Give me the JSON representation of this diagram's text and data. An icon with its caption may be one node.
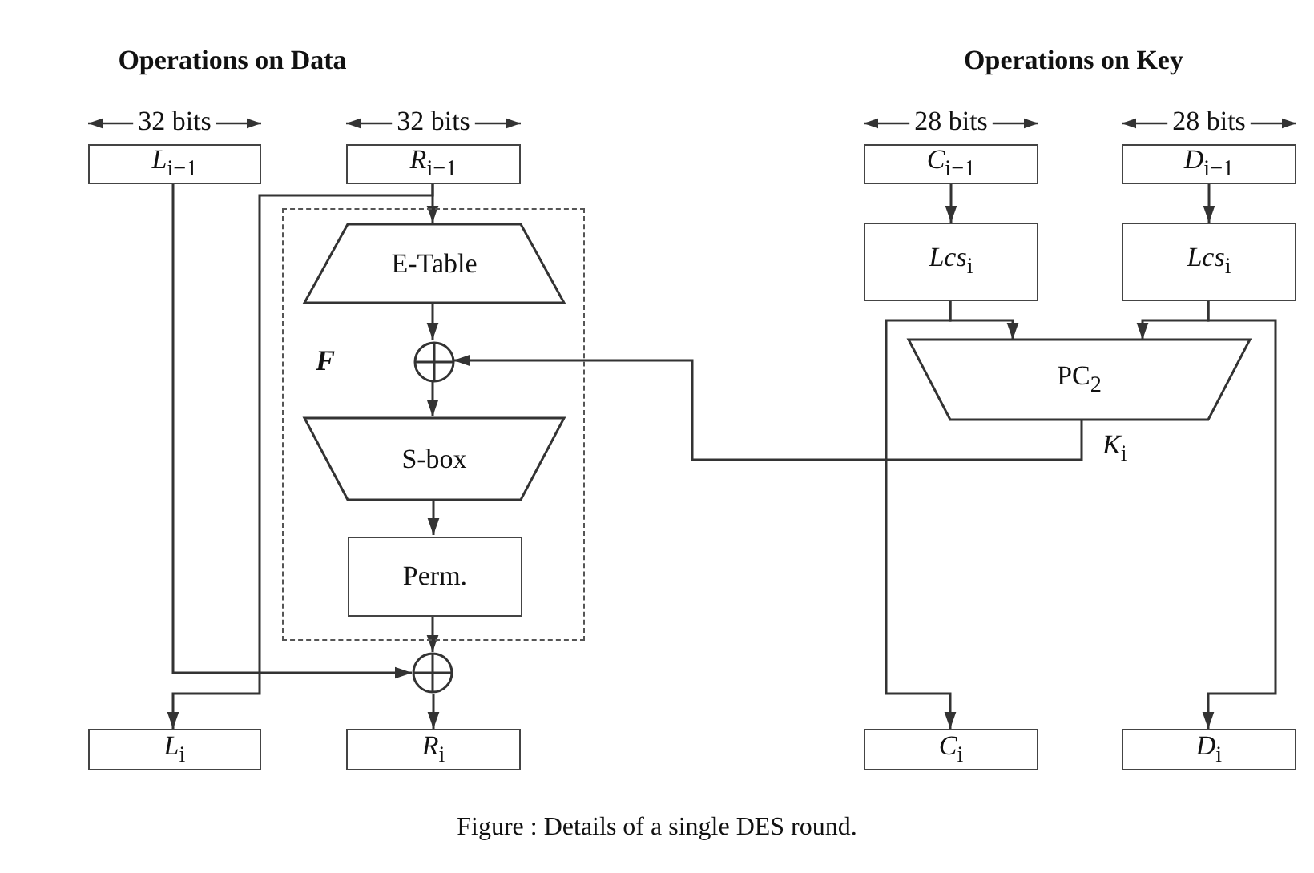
{
  "diagram": {
    "caption": "Figure : Details of a single DES round.",
    "nodes": [
      {
        "text": [
          "*L*$_{i−1}$"
        ],
        "beside": [
          "32 bits"
        ]
      },
      {
        "text": [
          "*R*$_{i−1}$"
        ],
        "beside": [
          "32 bits"
        ]
      },
      {
        "text": [
          "F"
        ]
      },
      {
        "text": [
          "E-Table"
        ],
        "in": 2
      },
      {
        "text": [],
        "shape": "circle",
        "in": 2
      },
      {
        "text": [
          "S-box"
        ],
        "in": 2
      },
      {
        "text": [
          "Perm."
        ],
        "in": 2
      },
      {
        "text": [],
        "shape": "circle"
      },
      {
        "text": [
          "*L*$_{i}$"
        ]
      },
      {
        "text": [
          "*R*$_{i}$"
        ]
      },
      {
        "text": [
          "*C*$_{i−1}$"
        ],
        "beside": [
          "28 bits"
        ]
      },
      {
        "text": [
          "*D*$_{i−1}$"
        ],
        "beside": [
          "28 bits"
        ]
      },
      {
        "text": [
          "*Lcs*$_{i}$"
        ]
      },
      {
        "text": [
          "*Lcs*$_{i}$"
        ]
      },
      {
        "text": [
          "PC$_{2}$"
        ]
      },
      {
        "text": [
          "*C*$_{i}$"
        ]
      },
      {
        "text": [
          "*D*$_{i}$"
        ]
      }
    ],
    "edges": [
      {
        "from": 1,
        "to": 3,
        "arrow": "to"
      },
      {
        "from": 1,
        "to": 8,
        "arrow": "to"
      },
      {
        "from": 0,
        "to": 7,
        "arrow": "to"
      },
      {
        "from": 3,
        "to": 4,
        "arrow": "to"
      },
      {
        "from": 4,
        "to": 5,
        "arrow": "to"
      },
      {
        "from": 5,
        "to": 6,
        "arrow": "to"
      },
      {
        "from": 6,
        "to": 7,
        "arrow": "to"
      },
      {
        "from": 7,
        "to": 9,
        "arrow": "to"
      },
      {
        "from": 10,
        "to": 12,
        "arrow": "to"
      },
      {
        "from": 11,
        "to": 13,
        "arrow": "to"
      },
      {
        "from": 12,
        "to": 14,
        "arrow": "to"
      },
      {
        "from": 13,
        "to": 14,
        "arrow": "to"
      },
      {
        "from": 12,
        "to": 15,
        "arrow": "to"
      },
      {
        "from": 13,
        "to": 16,
        "arrow": "to"
      },
      {
        "from": 14,
        "to": 4,
        "arrow": "to",
        "label": "*K*$_{i}$"
      }
    ],
    "labels": [
      "Operations on Data",
      "Operations on Key"
    ]
  }
}
